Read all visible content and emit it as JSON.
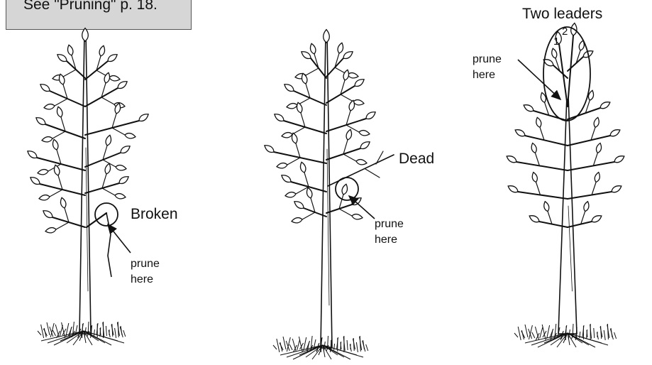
{
  "reference_note": "See \"Pruning\" p. 18.",
  "trees": [
    {
      "label": "Broken",
      "callout_line1": "prune",
      "callout_line2": "here"
    },
    {
      "label": "Dead",
      "callout_line1": "prune",
      "callout_line2": "here"
    },
    {
      "label": "Two leaders",
      "callout_line1": "prune",
      "callout_line2": "here",
      "leader_1": "1",
      "leader_2": "2"
    }
  ],
  "colors": {
    "ink": "#111111",
    "reference_box_fill": "#d6d6d6"
  }
}
